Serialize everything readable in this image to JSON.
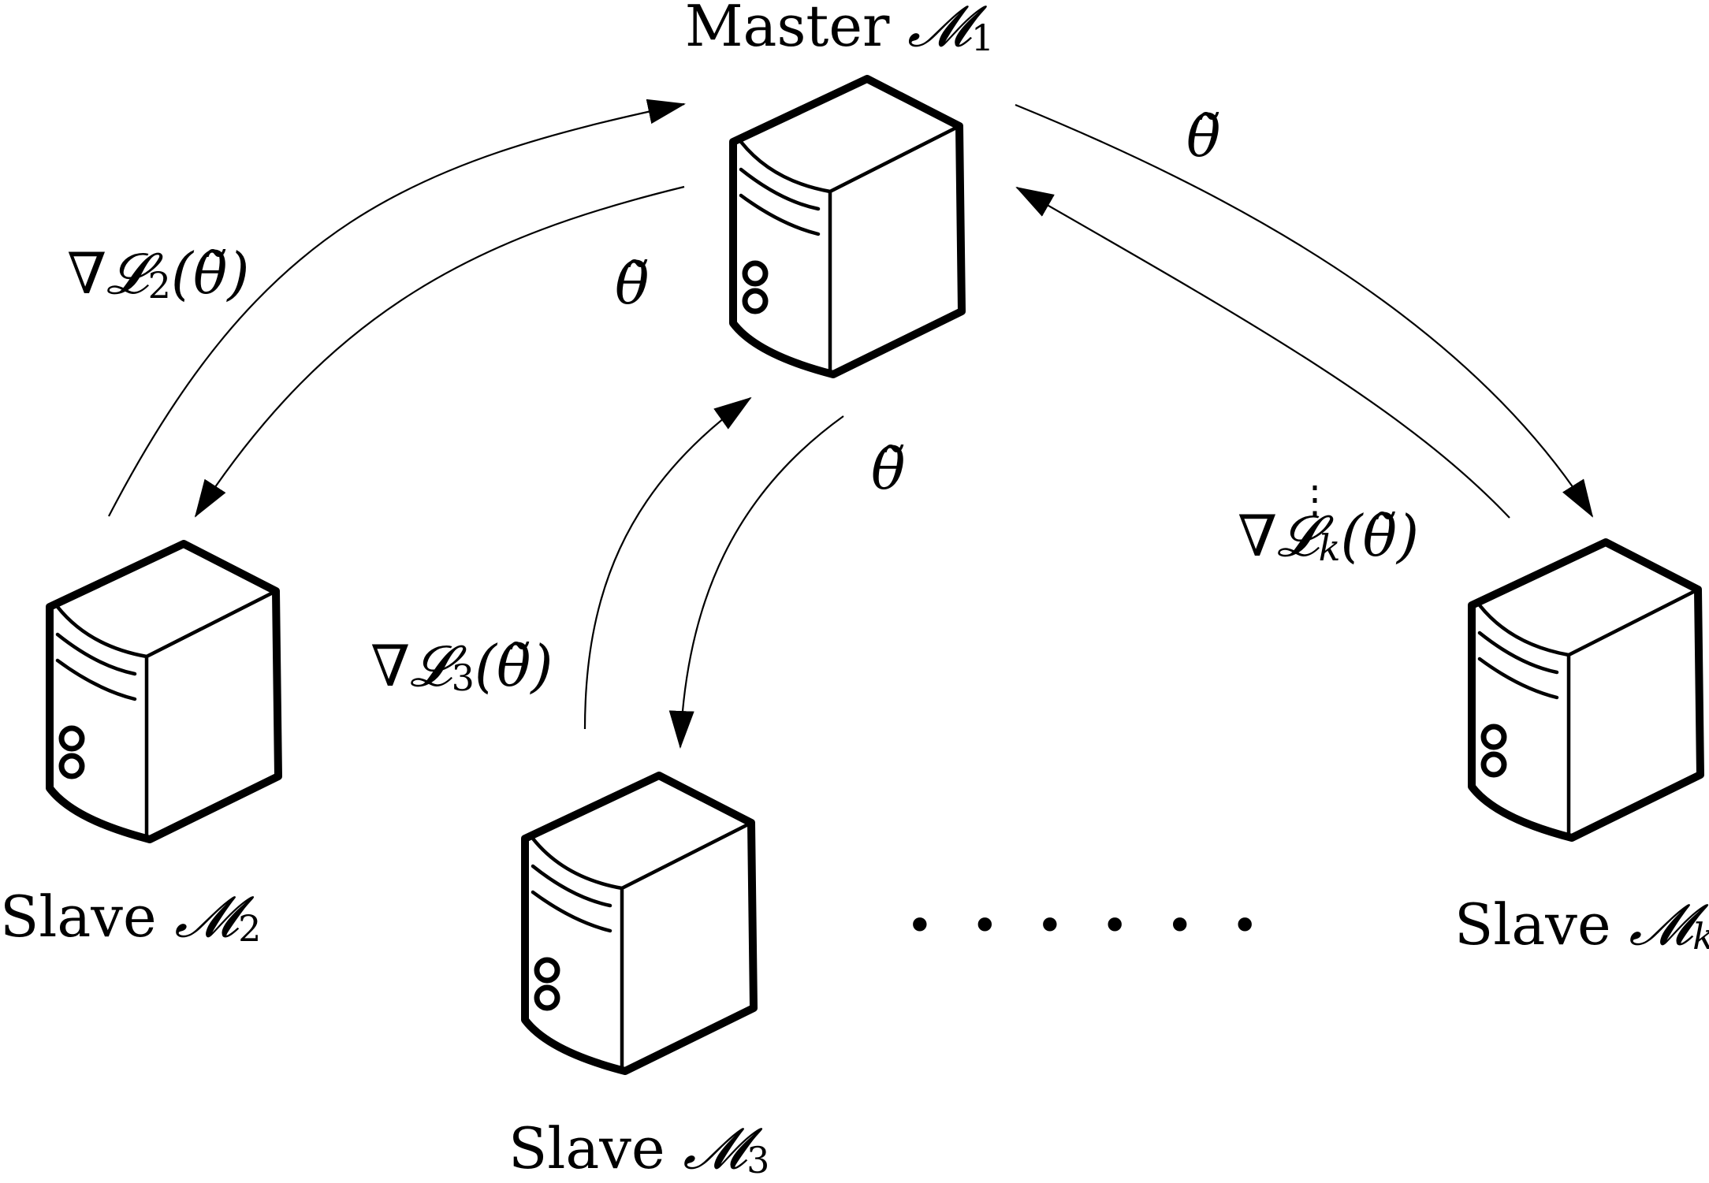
{
  "nodes": {
    "master": {
      "role": "Master",
      "symbol": "𝓜",
      "sub": "1"
    },
    "slave2": {
      "role": "Slave",
      "symbol": "𝓜",
      "sub": "2"
    },
    "slave3": {
      "role": "Slave",
      "symbol": "𝓜",
      "sub": "3"
    },
    "slavek": {
      "role": "Slave",
      "symbol": "𝓜",
      "sub": "k"
    }
  },
  "edges": {
    "param_symbol": "θ̃",
    "grad2": {
      "prefix": "∇𝓛",
      "sub": "2",
      "arg": "(θ̃)"
    },
    "grad3": {
      "prefix": "∇𝓛",
      "sub": "3",
      "arg": "(θ̃)"
    },
    "gradk": {
      "prefix": "∇𝓛",
      "sub": "k",
      "arg": "(θ̃)"
    }
  },
  "ellipsis": "• • • • • •",
  "vertical_dots": "⋮"
}
